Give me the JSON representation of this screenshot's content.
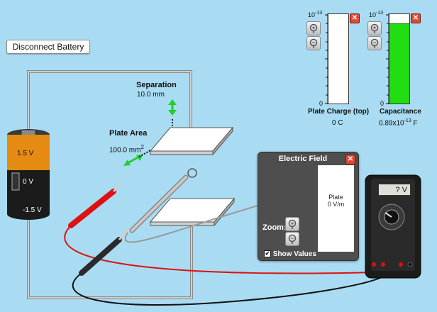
{
  "controls": {
    "disconnect_label": "Disconnect Battery"
  },
  "battery": {
    "top_voltage": "1.5 V",
    "mid_voltage": "0 V",
    "bottom_voltage": "-1.5 V"
  },
  "capacitor": {
    "separation_label": "Separation",
    "separation_value": "10.0 mm",
    "area_label": "Plate Area",
    "area_value": "100.0 mm",
    "area_exponent": "2"
  },
  "meters": {
    "scale_base": "10",
    "scale_exp": "-13",
    "zero": "0",
    "plate_charge": {
      "label": "Plate Charge (top)",
      "value": "0 C",
      "fill_fraction": 0.0
    },
    "capacitance": {
      "label": "Capacitance",
      "value_mantissa": "0.89x10",
      "value_exp": "-13",
      "value_unit": " F",
      "fill_fraction": 0.89
    },
    "close_symbol": "✕"
  },
  "electric_field": {
    "title": "Electric Field",
    "plate_text": "Plate",
    "plate_value": "0 V/m",
    "zoom_label": "Zoom:",
    "show_values_label": "Show Values",
    "show_values_checked": true
  },
  "voltmeter": {
    "display": "? V"
  },
  "colors": {
    "capacitance_fill": "#22dd11",
    "wire": "#a3a3a3",
    "red_lead": "#dd1111",
    "black_lead": "#111111"
  }
}
